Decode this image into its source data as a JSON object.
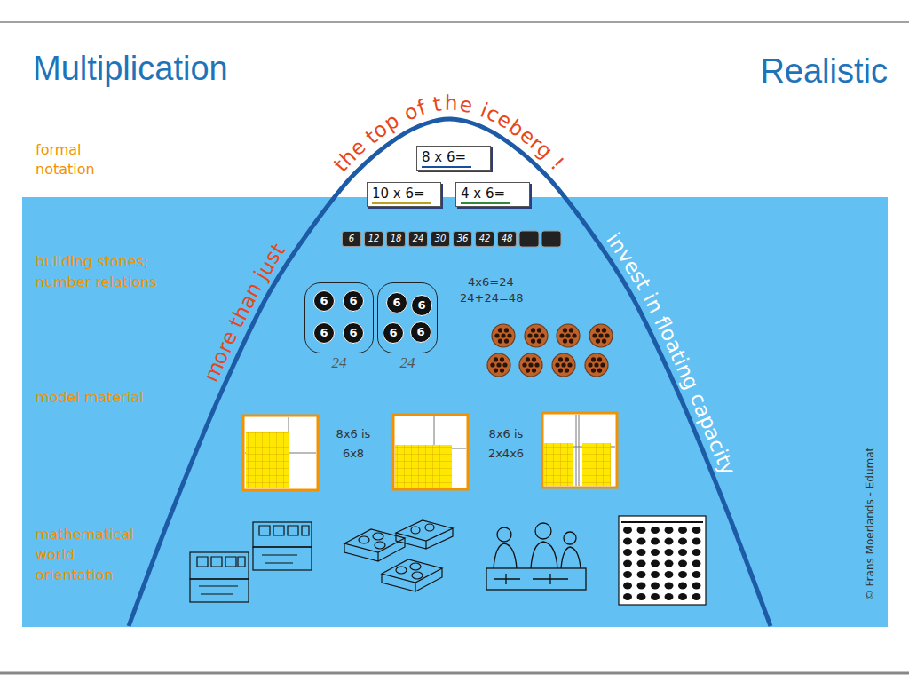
{
  "diagram": {
    "title": "Multiplication",
    "nodes": [
      {
        "text": [
          "8 x 6="
        ]
      },
      {
        "text": [
          "10 x 6="
        ]
      },
      {
        "text": [
          "4 x 6="
        ]
      },
      {
        "text": [
          "6"
        ]
      },
      {
        "text": [
          "12"
        ]
      },
      {
        "text": [
          "18"
        ]
      },
      {
        "text": [
          "24"
        ]
      },
      {
        "text": [
          "30"
        ]
      },
      {
        "text": [
          "36"
        ]
      },
      {
        "text": [
          "42"
        ]
      },
      {
        "text": [
          "48"
        ]
      },
      {
        "text": [
          "24"
        ]
      },
      {
        "text": [
          "6"
        ],
        "in": 11
      },
      {
        "text": [
          "6"
        ],
        "in": 11
      },
      {
        "text": [
          "6"
        ],
        "in": 11
      },
      {
        "text": [
          "6"
        ],
        "in": 11
      },
      {
        "text": [
          "24"
        ]
      },
      {
        "text": [
          "6"
        ],
        "in": 16
      },
      {
        "text": [
          "6"
        ],
        "in": 16
      },
      {
        "text": [
          "6"
        ],
        "in": 16
      },
      {
        "text": [
          "6"
        ],
        "in": 16
      }
    ],
    "labels": [
      "Realistic",
      "formal notation",
      "the top of the iceberg !",
      "more than just",
      "invest in floating capacity",
      "building stones; number relations",
      "4x6=24",
      "24+24=48",
      "model material",
      "8x6 is 6x8",
      "8x6 is 2x4x6",
      "mathematical world orientation",
      "© Frans Moerlands - Edumat"
    ]
  }
}
